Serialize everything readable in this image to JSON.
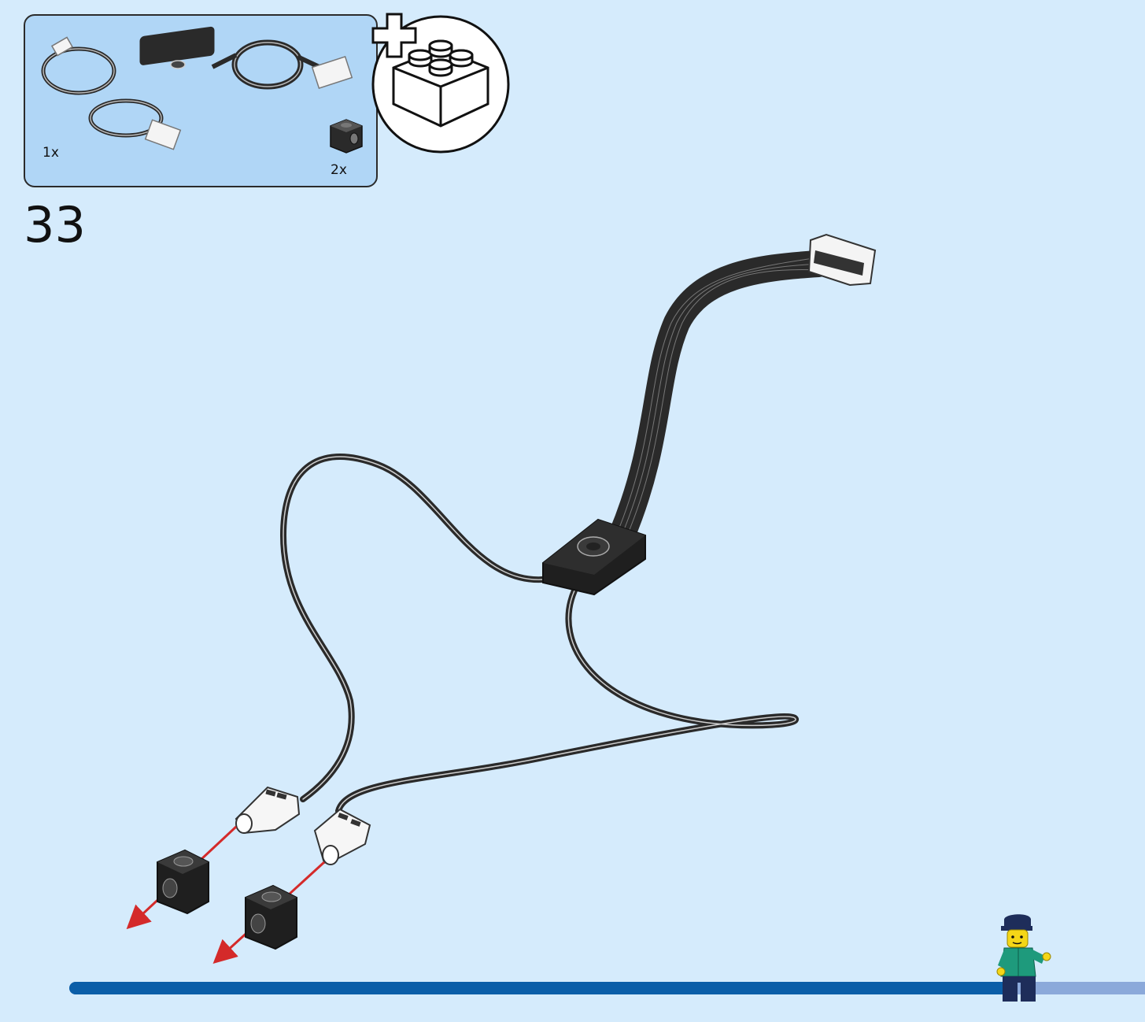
{
  "step": {
    "number": "33"
  },
  "parts_callout": {
    "items": [
      {
        "name": "power-functions-extension-wire-icon",
        "qty_label": "1x"
      },
      {
        "name": "technic-brick-1x1-with-hole-icon",
        "qty_label": "2x"
      }
    ],
    "add_parts_icon": "plus-brick-icon"
  },
  "progress": {
    "fraction": 0.88
  },
  "colors": {
    "background": "#d5ebfc",
    "callout_background": "#b0d6f6",
    "progress_fill": "#0b5ea8",
    "progress_track": "#8ba9da",
    "arrow": "#d42a2a",
    "cable": "#2a2a2a"
  }
}
